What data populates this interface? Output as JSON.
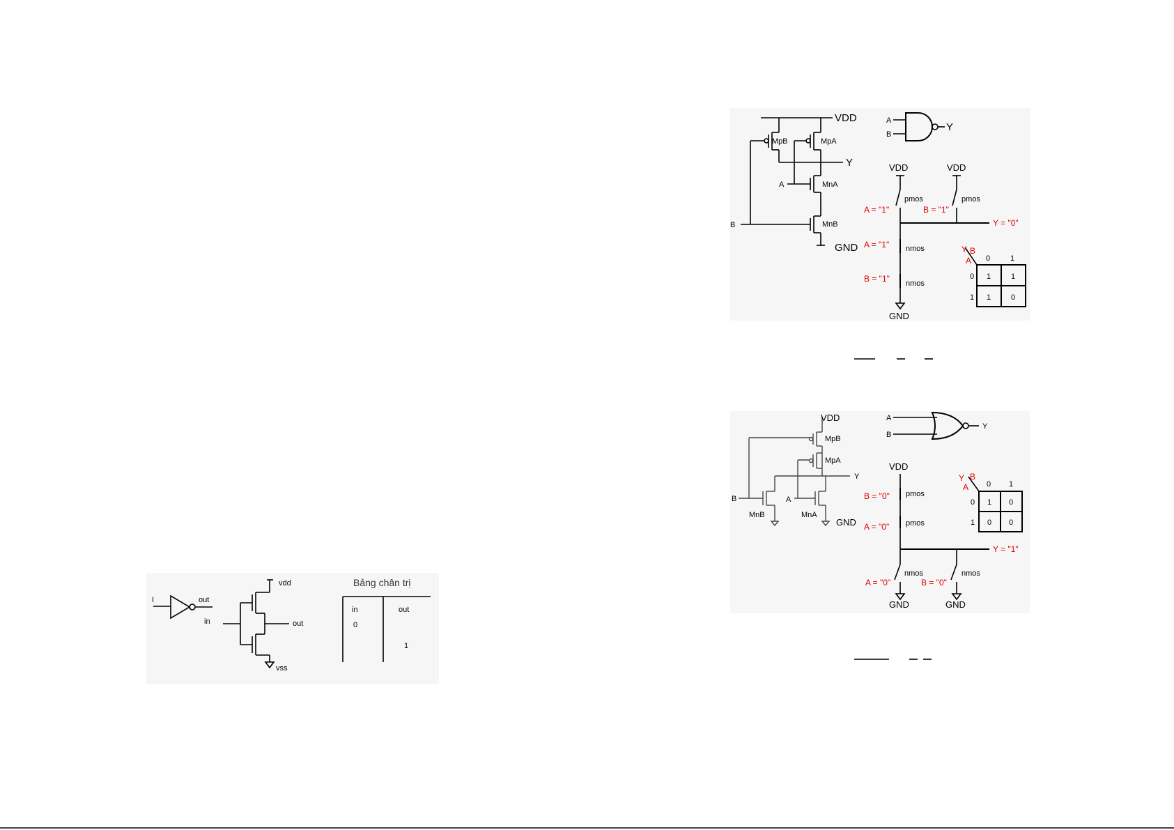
{
  "inverter": {
    "in_label": "I",
    "out_label": "out",
    "cmos_in_label": "in",
    "vdd_label": "vdd",
    "vss_label": "vss",
    "table_title": "Bảng chân trị",
    "table_col_in": "in",
    "table_col_out": "out",
    "table_in_value": "0",
    "table_out_value": "1"
  },
  "nand": {
    "vdd": "VDD",
    "gnd": "GND",
    "mpb": "MpB",
    "mpa": "MpA",
    "mna": "MnA",
    "mnb": "MnB",
    "in_a": "A",
    "in_b": "B",
    "out_y": "Y",
    "gate_a": "A",
    "gate_b": "B",
    "gate_y": "Y",
    "sw_vdd1": "VDD",
    "sw_vdd2": "VDD",
    "sw_gnd": "GND",
    "pmos1": "pmos",
    "pmos2": "pmos",
    "nmos1": "nmos",
    "nmos2": "nmos",
    "cond_a_top": "A = \"1\"",
    "cond_b_top": "B = \"1\"",
    "cond_y": "Y = \"0\"",
    "cond_a_bot": "A = \"1\"",
    "cond_b_bot": "B = \"1\"",
    "kmap": {
      "corner_y": "Y",
      "corner_b": "B",
      "corner_a": "A",
      "cols": [
        "0",
        "1"
      ],
      "rows": [
        "0",
        "1"
      ],
      "cells": [
        [
          "1",
          "1"
        ],
        [
          "1",
          "0"
        ]
      ]
    }
  },
  "nor": {
    "vdd_top": "VDD",
    "mpb": "MpB",
    "mpa": "MpA",
    "mnb": "MnB",
    "mna": "MnA",
    "in_b": "B",
    "in_a": "A",
    "out_y": "Y",
    "gnd": "GND",
    "gate_a": "A",
    "gate_b": "B",
    "gate_y": "Y",
    "sw_vdd": "VDD",
    "pmos1": "pmos",
    "pmos2": "pmos",
    "nmos1": "nmos",
    "nmos2": "nmos",
    "cond_b_top": "B = \"0\"",
    "cond_a_top": "A = \"0\"",
    "cond_y": "Y = \"1\"",
    "cond_a_bot": "A = \"0\"",
    "cond_b_bot": "B = \"0\"",
    "sw_gnd1": "GND",
    "sw_gnd2": "GND",
    "kmap": {
      "corner_y": "Y",
      "corner_b": "B",
      "corner_a": "A",
      "cols": [
        "0",
        "1"
      ],
      "rows": [
        "0",
        "1"
      ],
      "cells": [
        [
          "1",
          "0"
        ],
        [
          "0",
          "0"
        ]
      ]
    }
  }
}
